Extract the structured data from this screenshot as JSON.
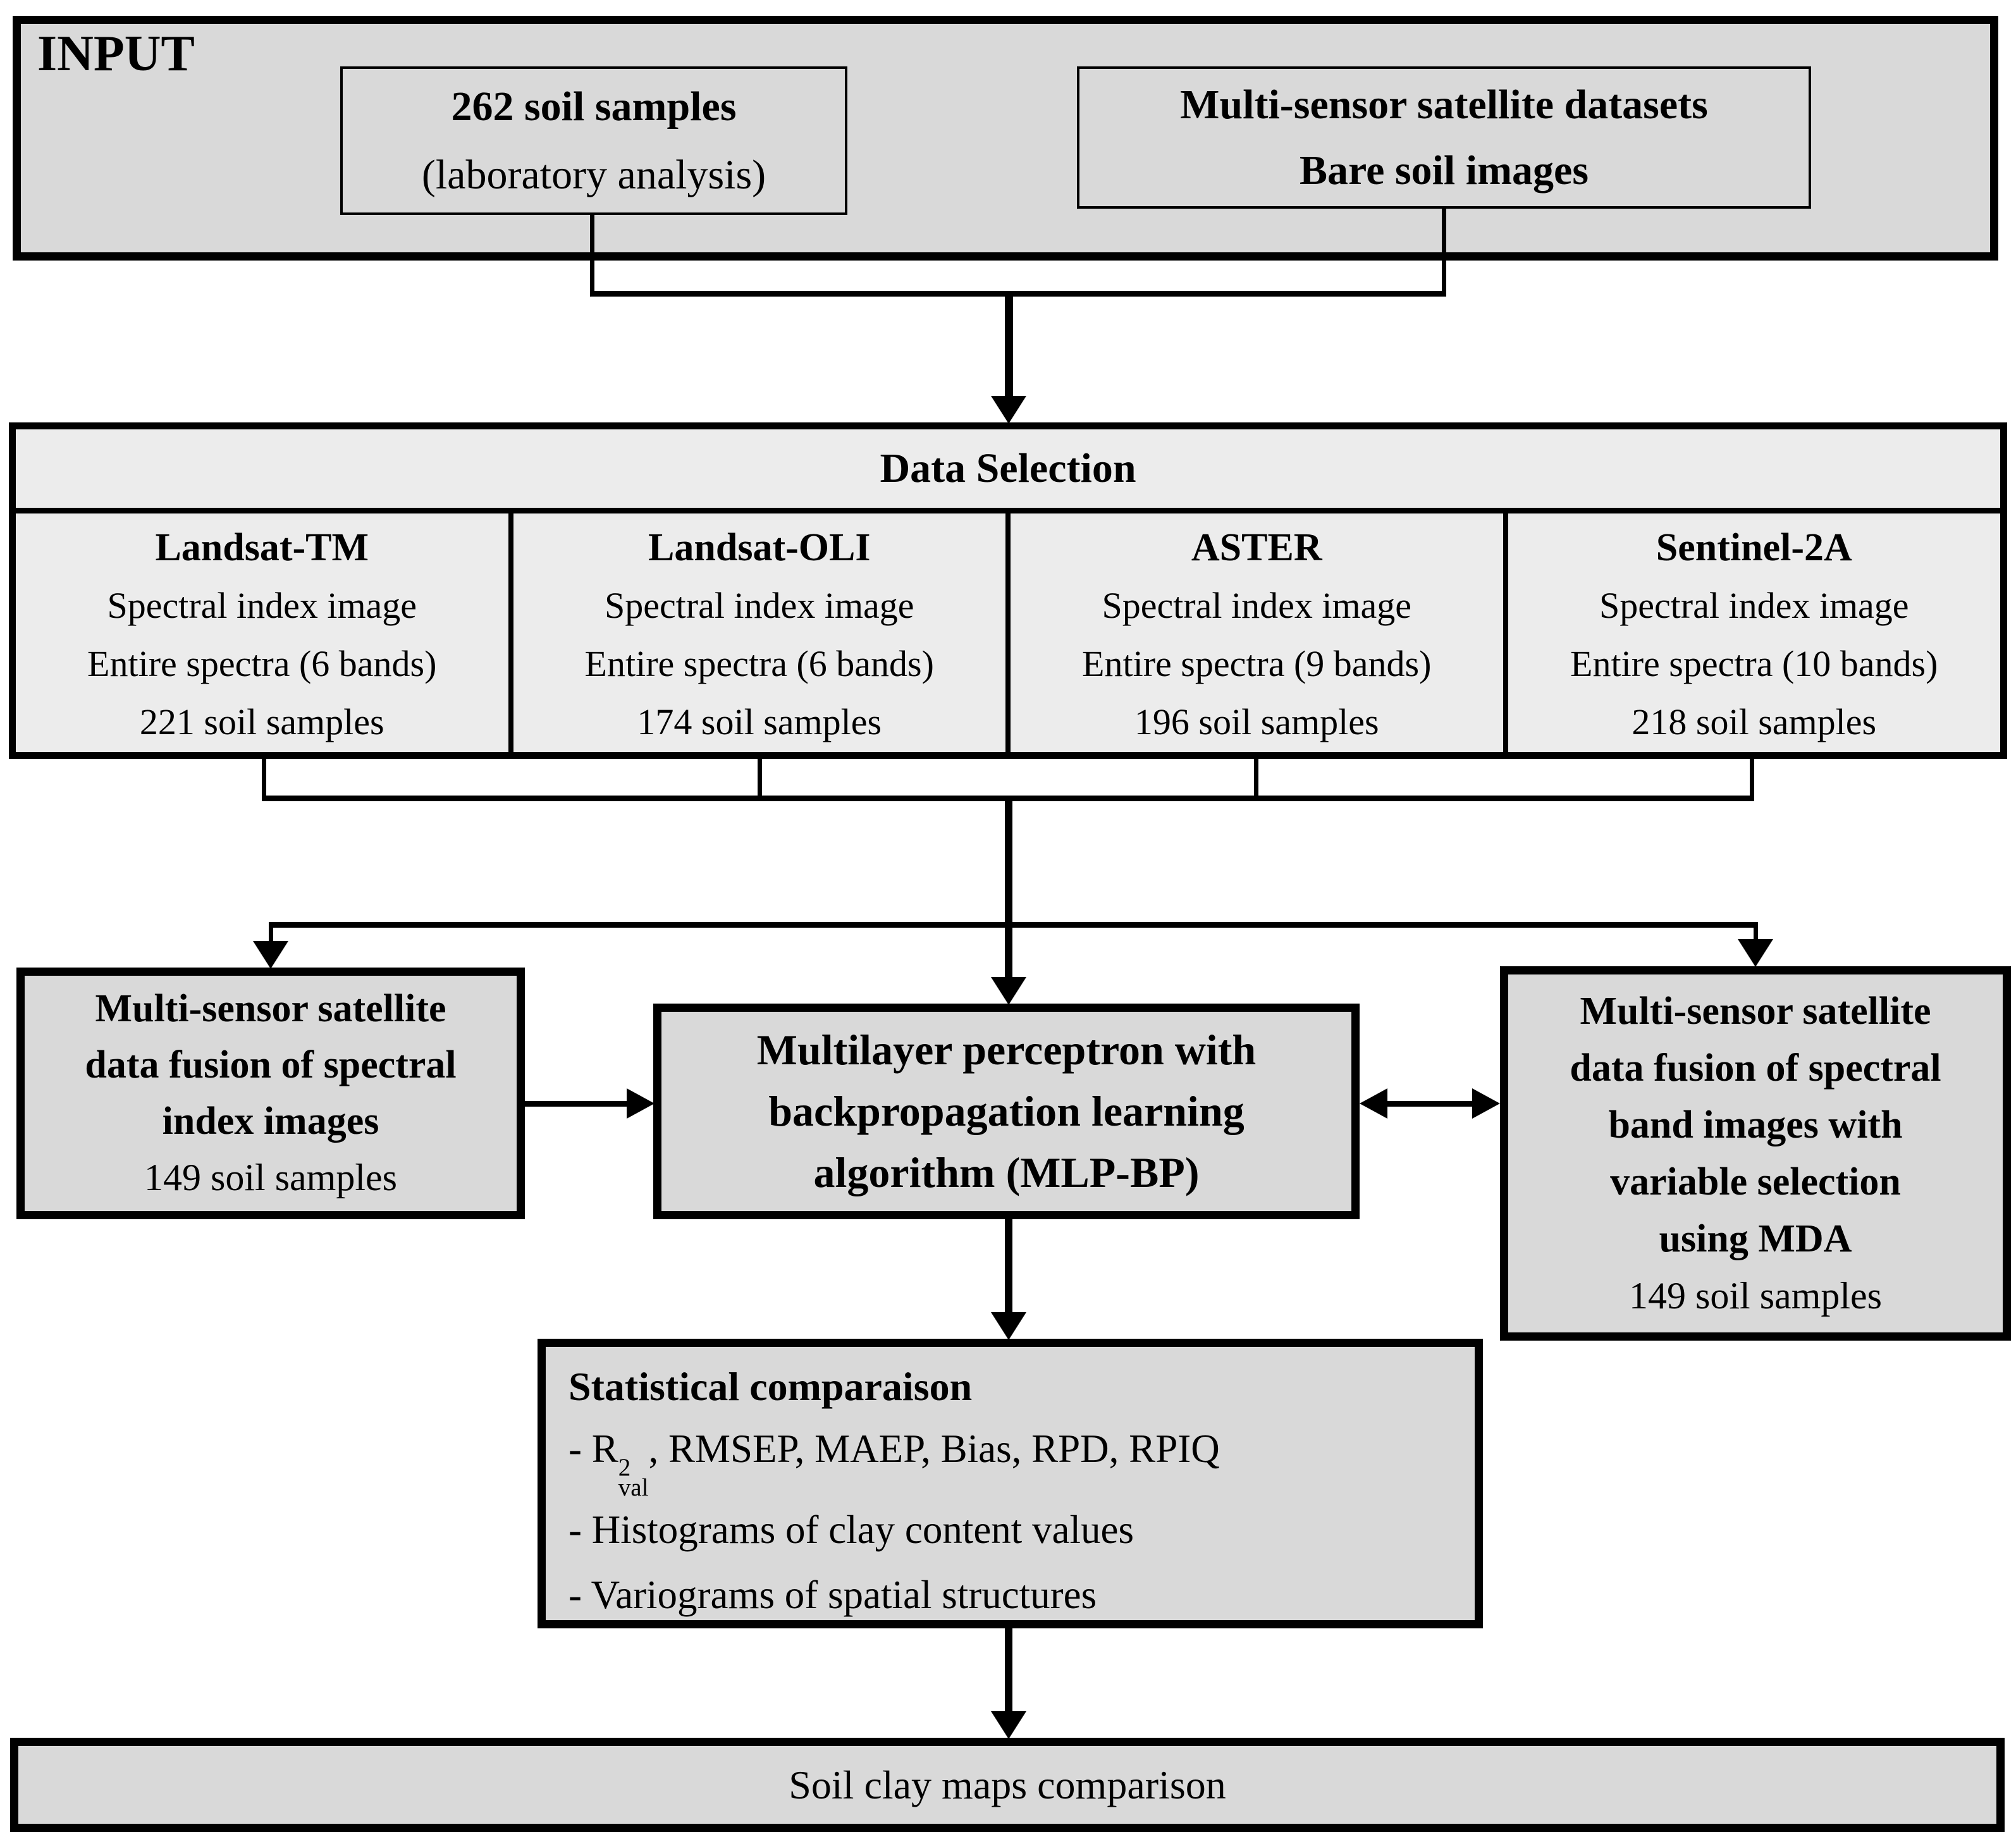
{
  "colors": {
    "page_bg": "#ffffff",
    "panel_fill": "#d9d9d9",
    "selection_fill": "#ececec",
    "line": "#000000"
  },
  "input_section": {
    "label": "INPUT",
    "soil_samples_box": {
      "line1": "262 soil samples",
      "line2": "(laboratory analysis)"
    },
    "satellite_box": {
      "line1": "Multi-sensor satellite datasets",
      "line2": "Bare soil images"
    }
  },
  "data_selection": {
    "title": "Data Selection",
    "columns": [
      {
        "name": "Landsat-TM",
        "lines": [
          "Spectral index image",
          "Entire spectra (6 bands)",
          "221 soil samples"
        ]
      },
      {
        "name": "Landsat-OLI",
        "lines": [
          "Spectral index image",
          "Entire spectra (6 bands)",
          "174 soil samples"
        ]
      },
      {
        "name": "ASTER",
        "lines": [
          "Spectral index image",
          "Entire spectra (9 bands)",
          "196 soil samples"
        ]
      },
      {
        "name": "Sentinel-2A",
        "lines": [
          "Spectral index image",
          "Entire spectra (10 bands)",
          "218 soil samples"
        ]
      }
    ]
  },
  "fusion_left": {
    "lines": [
      "Multi-sensor satellite",
      "data fusion of spectral",
      "index images"
    ],
    "samples": "149 soil samples"
  },
  "mlp": {
    "lines": [
      "Multilayer perceptron with",
      "backpropagation learning",
      "algorithm (MLP-BP)"
    ]
  },
  "fusion_right": {
    "lines": [
      "Multi-sensor satellite",
      "data fusion of spectral",
      "band images with",
      "variable selection",
      "using MDA"
    ],
    "samples": "149 soil samples"
  },
  "statistics": {
    "title": "Statistical comparaison",
    "metric_bullet": {
      "prefix": "- R",
      "sup": "2",
      "sub": "val",
      "rest": ", RMSEP, MAEP, Bias, RPD, RPIQ"
    },
    "bullets": [
      "- Histograms of clay content values",
      "- Variograms of spatial structures"
    ]
  },
  "output": {
    "label": "Soil clay maps comparison"
  }
}
